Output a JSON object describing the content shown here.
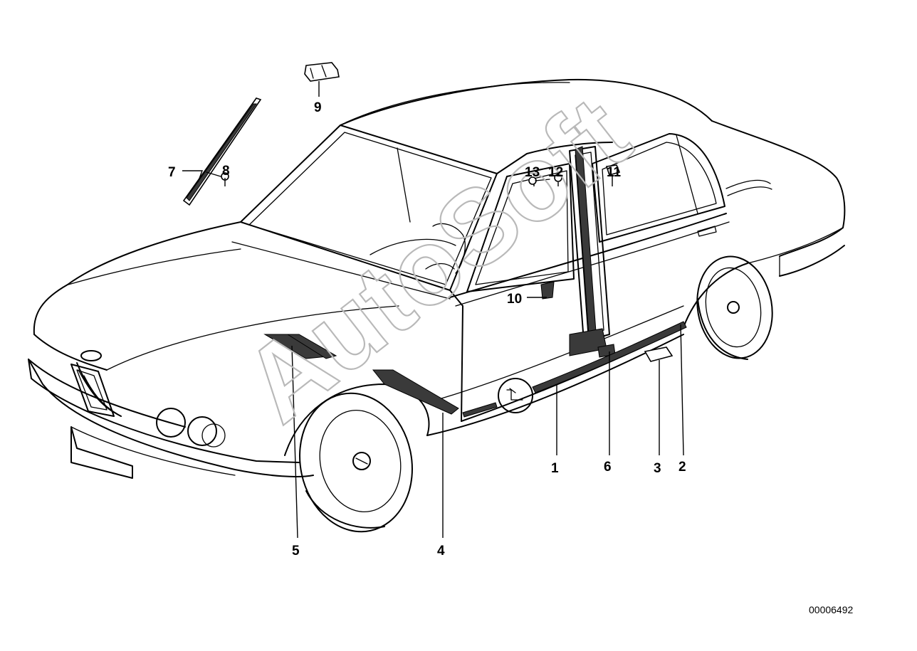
{
  "diagram": {
    "document_number": "00006492",
    "watermark": "AutoSoft",
    "colors": {
      "line": "#000000",
      "watermark": "#b9b9b9",
      "background": "#ffffff"
    },
    "callouts": [
      {
        "id": "c1",
        "label": "1"
      },
      {
        "id": "c2",
        "label": "2"
      },
      {
        "id": "c3",
        "label": "3"
      },
      {
        "id": "c4",
        "label": "4"
      },
      {
        "id": "c5",
        "label": "5"
      },
      {
        "id": "c6",
        "label": "6"
      },
      {
        "id": "c7",
        "label": "7"
      },
      {
        "id": "c8",
        "label": "8"
      },
      {
        "id": "c9",
        "label": "9"
      },
      {
        "id": "c10",
        "label": "10"
      },
      {
        "id": "c11",
        "label": "11"
      },
      {
        "id": "c12",
        "label": "12"
      },
      {
        "id": "c13",
        "label": "13"
      }
    ]
  }
}
